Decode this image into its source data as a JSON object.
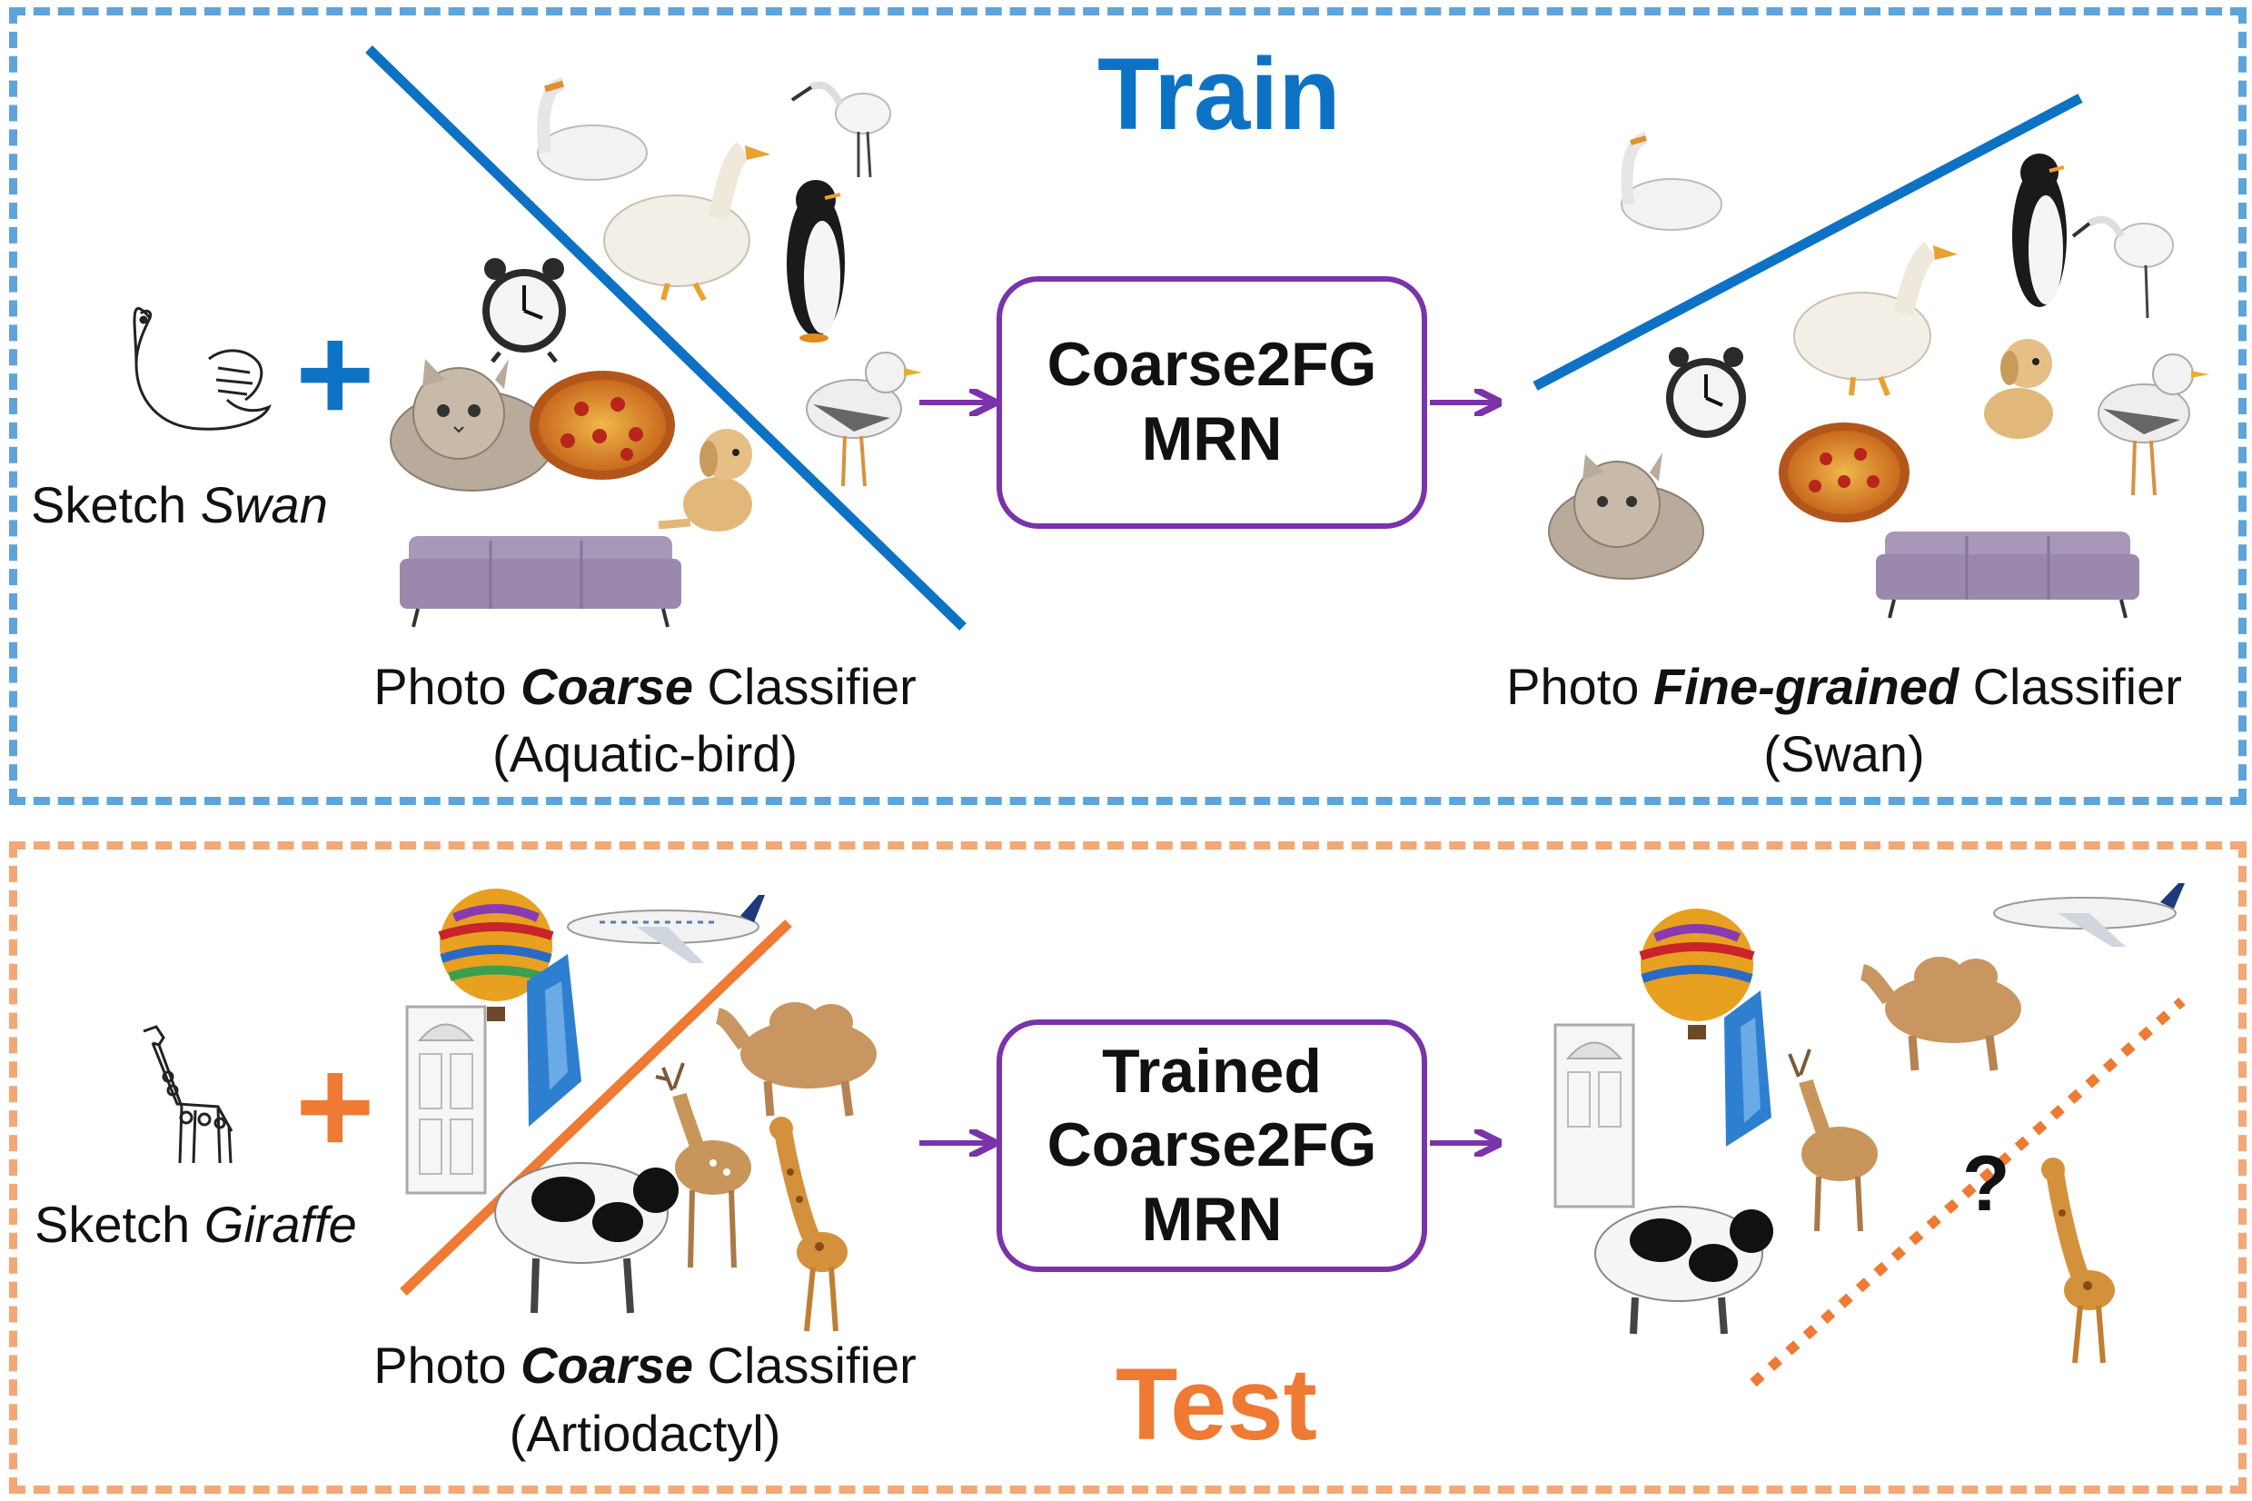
{
  "colors": {
    "train": "#0e72c4",
    "train_border": "#5ea4da",
    "test": "#ee7a33",
    "test_border": "#f2a877",
    "mrn": "#7a33a8"
  },
  "train": {
    "title": "Train",
    "sketch_prefix": "Sketch ",
    "sketch_name": "Swan",
    "coarse_prefix": "Photo ",
    "coarse_emph": "Coarse",
    "coarse_suffix": " Classifier",
    "coarse_class": "(Aquatic-bird)",
    "model_line1": "Coarse2FG",
    "model_line2": "MRN",
    "fine_prefix": "Photo ",
    "fine_emph": "Fine-grained",
    "fine_suffix": " Classifier",
    "fine_class": "(Swan)",
    "plus": "+"
  },
  "test": {
    "title": "Test",
    "sketch_prefix": "Sketch ",
    "sketch_name": "Giraffe",
    "coarse_prefix": "Photo ",
    "coarse_emph": "Coarse",
    "coarse_suffix": " Classifier",
    "coarse_class": "(Artiodactyl)",
    "model_line1": "Trained",
    "model_line2": "Coarse2FG",
    "model_line3": "MRN",
    "question": "?",
    "plus": "+"
  },
  "icons": {
    "train_left": [
      "swan-sketch",
      "clock",
      "swan",
      "duck",
      "egret",
      "penguin",
      "seagull",
      "cat",
      "pizza",
      "puppy",
      "sofa"
    ],
    "train_right": [
      "swan",
      "penguin",
      "egret",
      "duck",
      "clock",
      "puppy",
      "seagull",
      "cat",
      "pizza",
      "sofa"
    ],
    "test_left": [
      "giraffe-sketch",
      "hot-air-balloon",
      "airplane",
      "skyscraper",
      "door",
      "camel",
      "deer",
      "cow",
      "giraffe"
    ],
    "test_right": [
      "hot-air-balloon",
      "airplane",
      "camel",
      "door",
      "skyscraper",
      "deer",
      "cow",
      "giraffe"
    ]
  }
}
